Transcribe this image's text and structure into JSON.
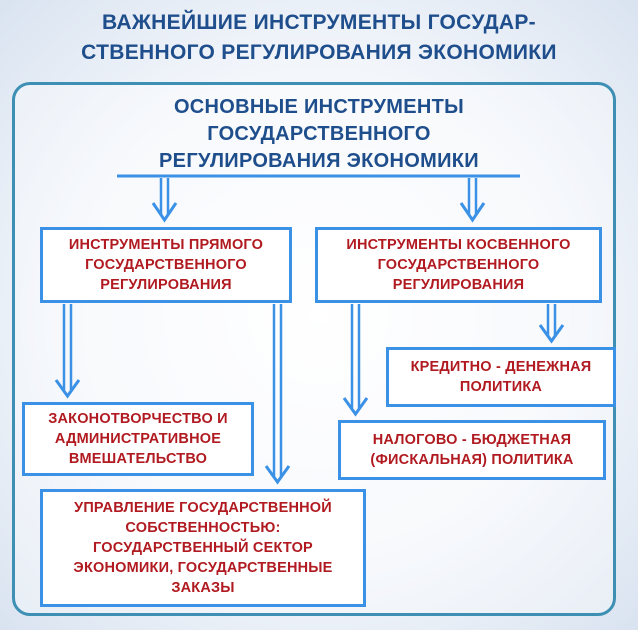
{
  "title": [
    "ВАЖНЕЙШИЕ ИНСТРУМЕНТЫ ГОСУДАР-",
    "СТВЕННОГО РЕГУЛИРОВАНИЯ ЭКОНОМИКИ"
  ],
  "subtitle": [
    "ОСНОВНЫЕ ИНСТРУМЕНТЫ",
    "ГОСУДАРСТВЕННОГО",
    "РЕГУЛИРОВАНИЯ ЭКОНОМИКИ"
  ],
  "direct": [
    "ИНСТРУМЕНТЫ ПРЯМОГО",
    "ГОСУДАРСТВЕННОГО",
    "РЕГУЛИРОВАНИЯ"
  ],
  "indirect": [
    "ИНСТРУМЕНТЫ КОСВЕННОГО",
    "ГОСУДАРСТВЕННОГО",
    "РЕГУЛИРОВАНИЯ"
  ],
  "credit": [
    "КРЕДИТНО - ДЕНЕЖНАЯ",
    "ПОЛИТИКА"
  ],
  "tax": [
    "НАЛОГОВО - БЮДЖЕТНАЯ",
    "(ФИСКАЛЬНАЯ) ПОЛИТИКА"
  ],
  "law": [
    "ЗАКОНОТВОРЧЕСТВО И",
    "АДМИНИСТРАТИВНОЕ",
    "ВМЕШАТЕЛЬСТВО"
  ],
  "property": [
    "УПРАВЛЕНИЕ ГОСУДАРСТВЕННОЙ",
    "СОБСТВЕННОСТЬЮ:",
    "ГОСУДАРСТВЕННЫЙ СЕКТОР",
    "ЭКОНОМИКИ, ГОСУДАРСТВЕННЫЕ",
    "ЗАКАЗЫ"
  ],
  "colors": {
    "title": "#1f4e8c",
    "box_text": "#b01a20",
    "box_border": "#3a91e6",
    "frame": "#3d8fb3",
    "arrow": "#3a91e6"
  }
}
